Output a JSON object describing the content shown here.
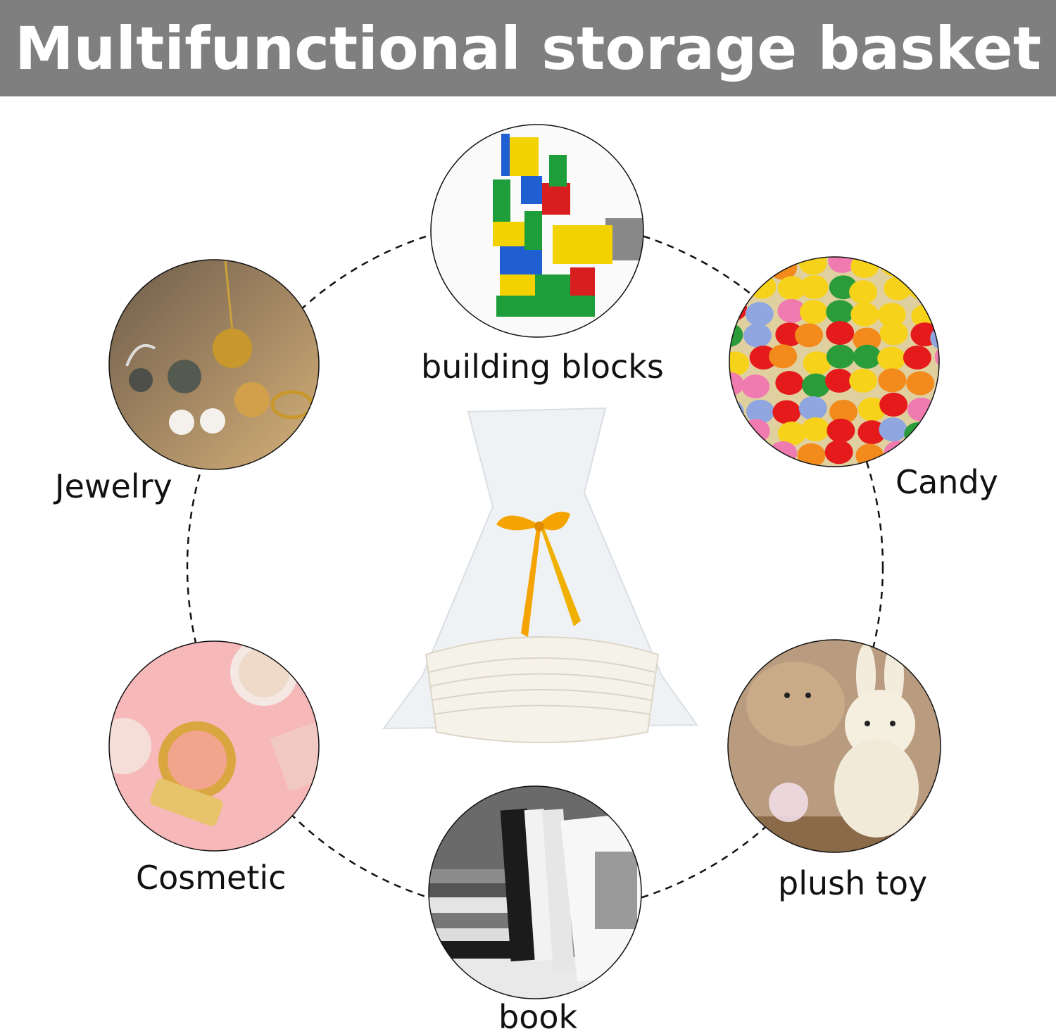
{
  "header": {
    "title": "Multifunctional storage basket"
  },
  "items": [
    {
      "label": "building blocks",
      "icon": "building-blocks-image"
    },
    {
      "label": "Jewelry",
      "icon": "jewelry-image"
    },
    {
      "label": "Candy",
      "icon": "candy-image"
    },
    {
      "label": "Cosmetic",
      "icon": "cosmetic-image"
    },
    {
      "label": "plush toy",
      "icon": "plush-toy-image"
    },
    {
      "label": "book",
      "icon": "book-image"
    }
  ],
  "colors": {
    "header": "#7f7f7f",
    "ribbon": "#f5a300"
  }
}
